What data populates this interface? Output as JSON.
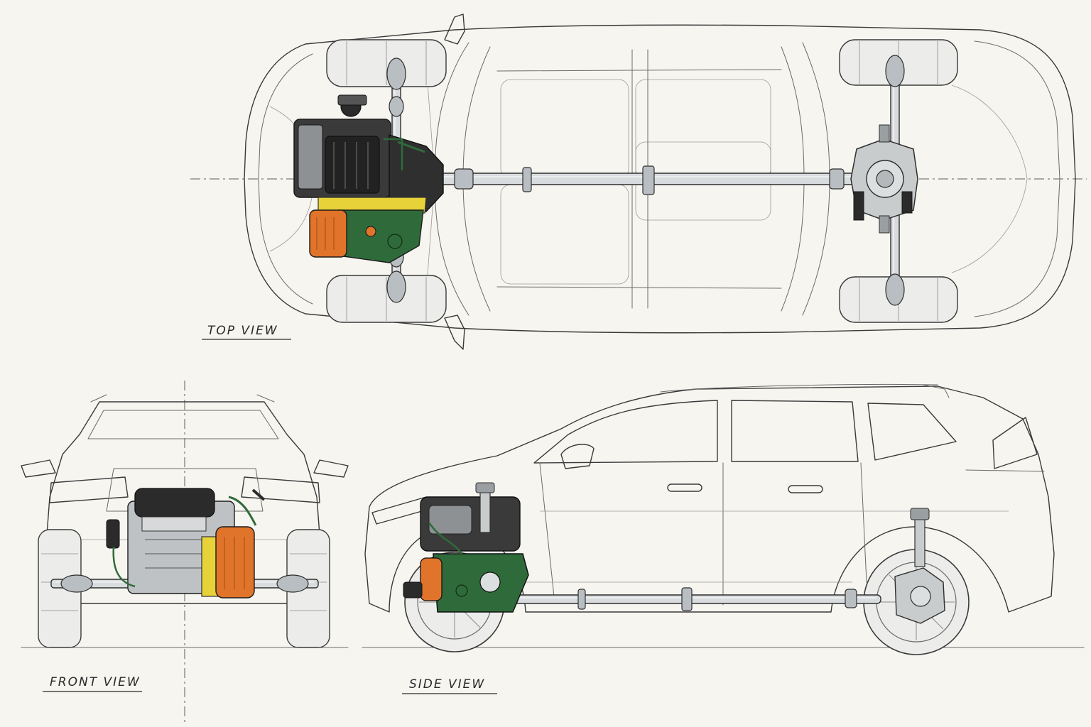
{
  "views": {
    "top": {
      "label": "TOP VIEW"
    },
    "front": {
      "label": "FRONT VIEW"
    },
    "side": {
      "label": "SIDE VIEW"
    }
  },
  "colors": {
    "paper": "#f6f5f0",
    "engine_block": "#2b2b2b",
    "transmission_green": "#2f6b3a",
    "transfer_orange": "#e0742a",
    "bracket_yellow": "#e8d23a",
    "shaft_steel": "#d9dcde"
  },
  "components": {
    "engine": "engine-block",
    "transmission": "transmission-case",
    "transfer_case": "transfer-case",
    "front_axle": "front-axle",
    "rear_axle": "rear-axle",
    "driveshaft": "driveshaft",
    "rear_differential": "rear-differential"
  }
}
